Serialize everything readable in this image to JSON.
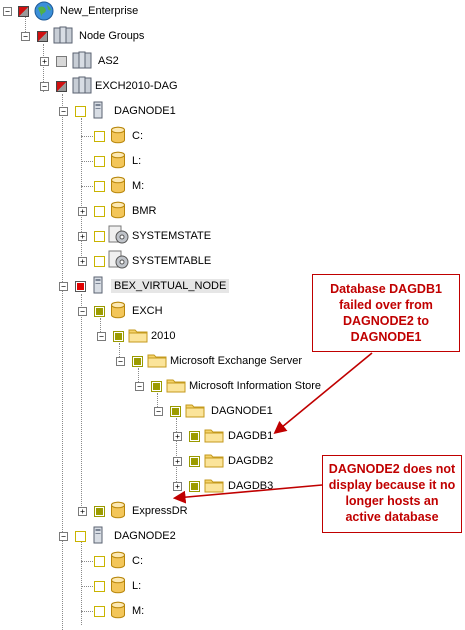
{
  "tree": {
    "root_label": "New_Enterprise",
    "node_groups_label": "Node Groups",
    "as2_label": "AS2",
    "dag_label": "EXCH2010-DAG",
    "dagnode1": {
      "label": "DAGNODE1",
      "children": [
        "C:",
        "L:",
        "M:",
        "BMR",
        "SYSTEMSTATE",
        "SYSTEMTABLE"
      ]
    },
    "virtual_node": {
      "label": "BEX_VIRTUAL_NODE",
      "exch_label": "EXCH",
      "year_label": "2010",
      "mes_label": "Microsoft Exchange Server",
      "mis_label": "Microsoft Information Store",
      "dagnode1_label": "DAGNODE1",
      "databases": [
        "DAGDB1",
        "DAGDB2",
        "DAGDB3"
      ],
      "expressdr_label": "ExpressDR"
    },
    "dagnode2": {
      "label": "DAGNODE2",
      "children": [
        "C:",
        "L:",
        "M:"
      ]
    }
  },
  "callouts": {
    "failover": "Database DAGDB1 failed over from DAGNODE2 to DAGNODE1",
    "no_display": "DAGNODE2 does not display because it no longer hosts an active database"
  },
  "colors": {
    "callout_red": "#c00000",
    "checkbox_yellow": "#c9b400",
    "partial_olive": "#9c9c00",
    "folder_yellow": "#f2c94c"
  }
}
